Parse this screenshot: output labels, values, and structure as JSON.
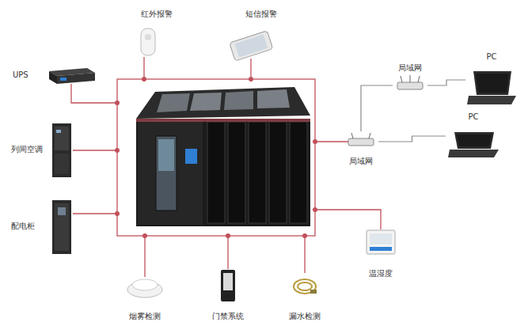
{
  "diagram": {
    "nodes": [
      {
        "text": [
          "红外报警"
        ]
      },
      {
        "text": [
          "短信报警"
        ]
      },
      {
        "text": [
          "UPS"
        ]
      },
      {
        "text": [
          "列间空调"
        ]
      },
      {
        "text": [
          "配电柜"
        ]
      },
      {
        "text": [
          "局域网"
        ]
      },
      {
        "text": [
          "PC"
        ]
      },
      {
        "text": [
          "局域网"
        ]
      },
      {
        "text": [
          "PC"
        ]
      },
      {
        "text": [
          "温湿度"
        ]
      },
      {
        "text": [
          "烟雾检测"
        ]
      },
      {
        "text": [
          "门禁系统"
        ]
      },
      {
        "text": [
          "漏水检测"
        ]
      }
    ],
    "edges": [
      {
        "from": 7,
        "to": 5,
        "arrow": "none"
      },
      {
        "from": 5,
        "to": 6,
        "arrow": "none"
      },
      {
        "from": 7,
        "to": 8,
        "arrow": "none"
      }
    ]
  }
}
